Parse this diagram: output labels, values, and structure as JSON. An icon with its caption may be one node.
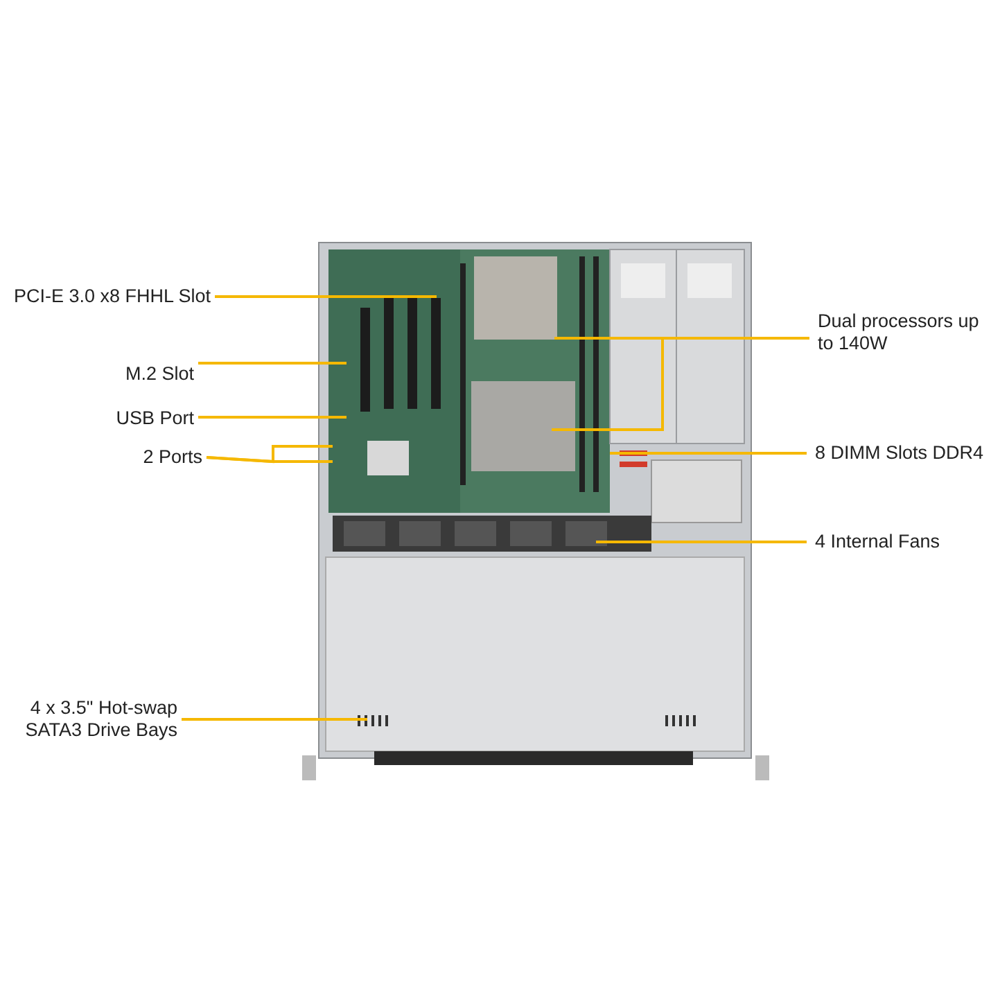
{
  "diagram": {
    "nodes": [
      {
        "text": [
          "PCI-E 3.0 x8 FHHL Slot"
        ]
      },
      {
        "text": [
          "M.2 Slot"
        ]
      },
      {
        "text": [
          "USB Port"
        ]
      },
      {
        "text": [
          "2 Ports"
        ]
      },
      {
        "text": [
          "Dual processors up to 140W"
        ]
      },
      {
        "text": [
          "8 DIMM Slots DDR4"
        ]
      },
      {
        "text": [
          "4 Internal Fans"
        ]
      },
      {
        "text": [
          "4 x 3.5\" Hot-swap SATA3 Drive Bays"
        ]
      }
    ],
    "edges": [
      {
        "from": 0,
        "to": null,
        "arrow": "none"
      },
      {
        "from": 1,
        "to": null,
        "arrow": "none"
      },
      {
        "from": 2,
        "to": null,
        "arrow": "none"
      },
      {
        "from": 3,
        "to": null,
        "arrow": "none"
      },
      {
        "from": 3,
        "to": null,
        "arrow": "none"
      },
      {
        "from": 4,
        "to": null,
        "arrow": "none"
      },
      {
        "from": 4,
        "to": null,
        "arrow": "none"
      },
      {
        "from": 5,
        "to": null,
        "arrow": "none"
      },
      {
        "from": 6,
        "to": null,
        "arrow": "none"
      },
      {
        "from": 7,
        "to": null,
        "arrow": "none"
      }
    ]
  }
}
